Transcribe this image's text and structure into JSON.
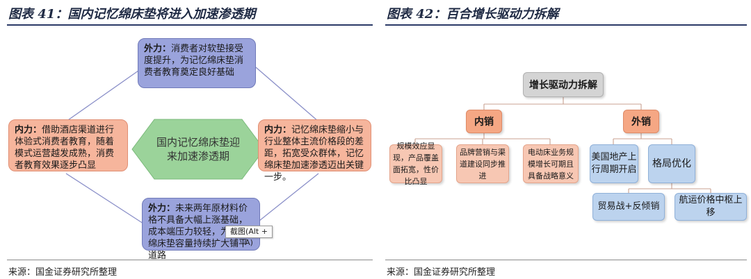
{
  "left": {
    "title": "图表 41：国内记忆绵床垫将进入加速渗透期",
    "source": "来源：国金证券研究所整理",
    "center": "国内记忆绵床垫迎来加速渗透期",
    "top": {
      "label": "外力：",
      "text": "消费者对软垫接受度提升，为记忆绵床垫消费者教育奠定良好基础"
    },
    "left": {
      "label": "内力：",
      "text": "借助酒店渠道进行体验式消费者教育，随着模式运营越发成熟，消费者教育效果逐步凸显"
    },
    "right": {
      "label": "内力：",
      "text": "记忆绵床垫缩小与行业整体主流价格段的差距，拓宽受众群体，记忆绵床垫加速渗透迈出关键一步。"
    },
    "bottom": {
      "label": "外力：",
      "text": "未来两年原材料价格不具备大幅上涨基础，成本端压力较轻，为记忆绵床垫容量持续扩大铺平道路"
    },
    "tooltip": "截图(Alt + A)"
  },
  "right": {
    "title": "图表 42：百合增长驱动力拆解",
    "source": "来源：国金证券研究所整理",
    "root": "增长驱动力拆解",
    "domestic": "内销",
    "foreign": "外销",
    "domestic_items": [
      "规模效应显现，产品覆盖面拓宽，性价比凸显",
      "品牌营销与渠道建设同步推进",
      "电动床业务规模增长可期且具备战略意义"
    ],
    "us_estate": "美国地产上行周期开启",
    "layout_opt": "格局优化",
    "layout_items": [
      "贸易战+反倾销",
      "航运价格中枢上移"
    ]
  }
}
